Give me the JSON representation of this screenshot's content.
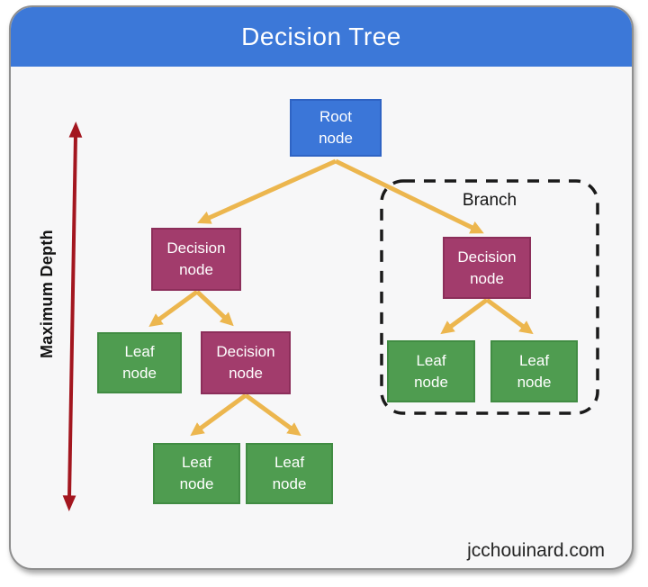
{
  "header": {
    "title": "Decision Tree"
  },
  "diagram": {
    "branch_label": "Branch",
    "depth_label": "Maximum Depth",
    "nodes": {
      "root": "Root node",
      "decision_left": "Decision node",
      "decision_mid": "Decision node",
      "decision_branch": "Decision node",
      "leaf_left": "Leaf node",
      "leaf_bottom_left": "Leaf node",
      "leaf_bottom_right": "Leaf node",
      "leaf_branch_left": "Leaf node",
      "leaf_branch_right": "Leaf node"
    }
  },
  "footer": {
    "watermark": "jcchouinard.com"
  },
  "colors": {
    "header_bg": "#3c78d8",
    "card_bg": "#f7f7f8",
    "root_node": "#3b76d8",
    "root_border": "#2f64c4",
    "decision_node": "#a23c6c",
    "decision_border": "#8c2e5a",
    "leaf_node": "#4f9c50",
    "leaf_border": "#418c43",
    "arrow": "#ecb64e",
    "depth_arrow": "#a3161f",
    "branch_border": "#1a1a1a"
  }
}
